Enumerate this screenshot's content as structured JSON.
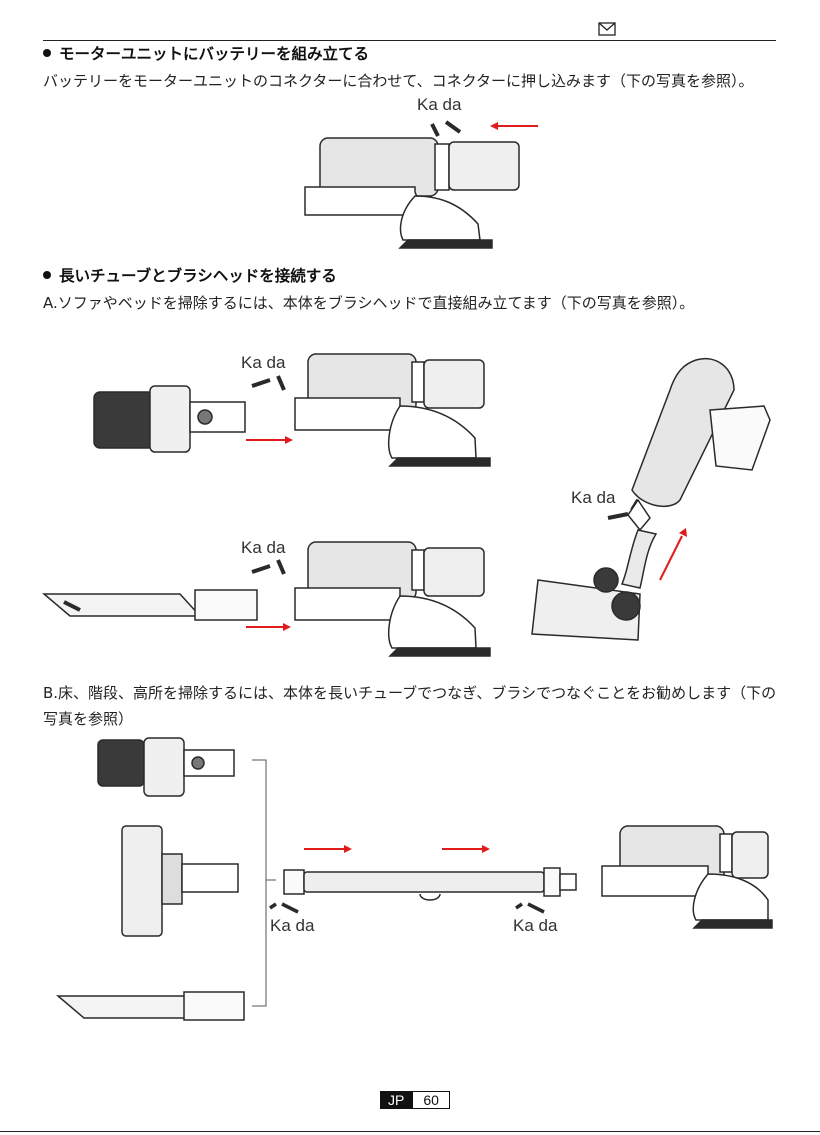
{
  "sections": {
    "battery": {
      "title": "モーターユニットにバッテリーを組み立てる",
      "body": "バッテリーをモーターユニットのコネクターに合わせて、コネクターに押し込みます（下の写真を参照）。"
    },
    "tube": {
      "title": "長いチューブとブラシヘッドを接続する",
      "body_a": "A.ソファやベッドを掃除するには、本体をブラシヘッドで直接組み立てます（下の写真を参照）。",
      "body_b": "B.床、階段、高所を掃除するには、本体を長いチューブでつなぎ、ブラシでつなぐことをお勧めします（下の写真を参照）"
    }
  },
  "sound_label": "Ka da",
  "footer": {
    "lang": "JP",
    "page": "60"
  },
  "colors": {
    "arrow": "#e11b1b",
    "line": "#222222",
    "dark": "#2a2a2a"
  },
  "icons": {
    "header": "envelope-icon"
  }
}
